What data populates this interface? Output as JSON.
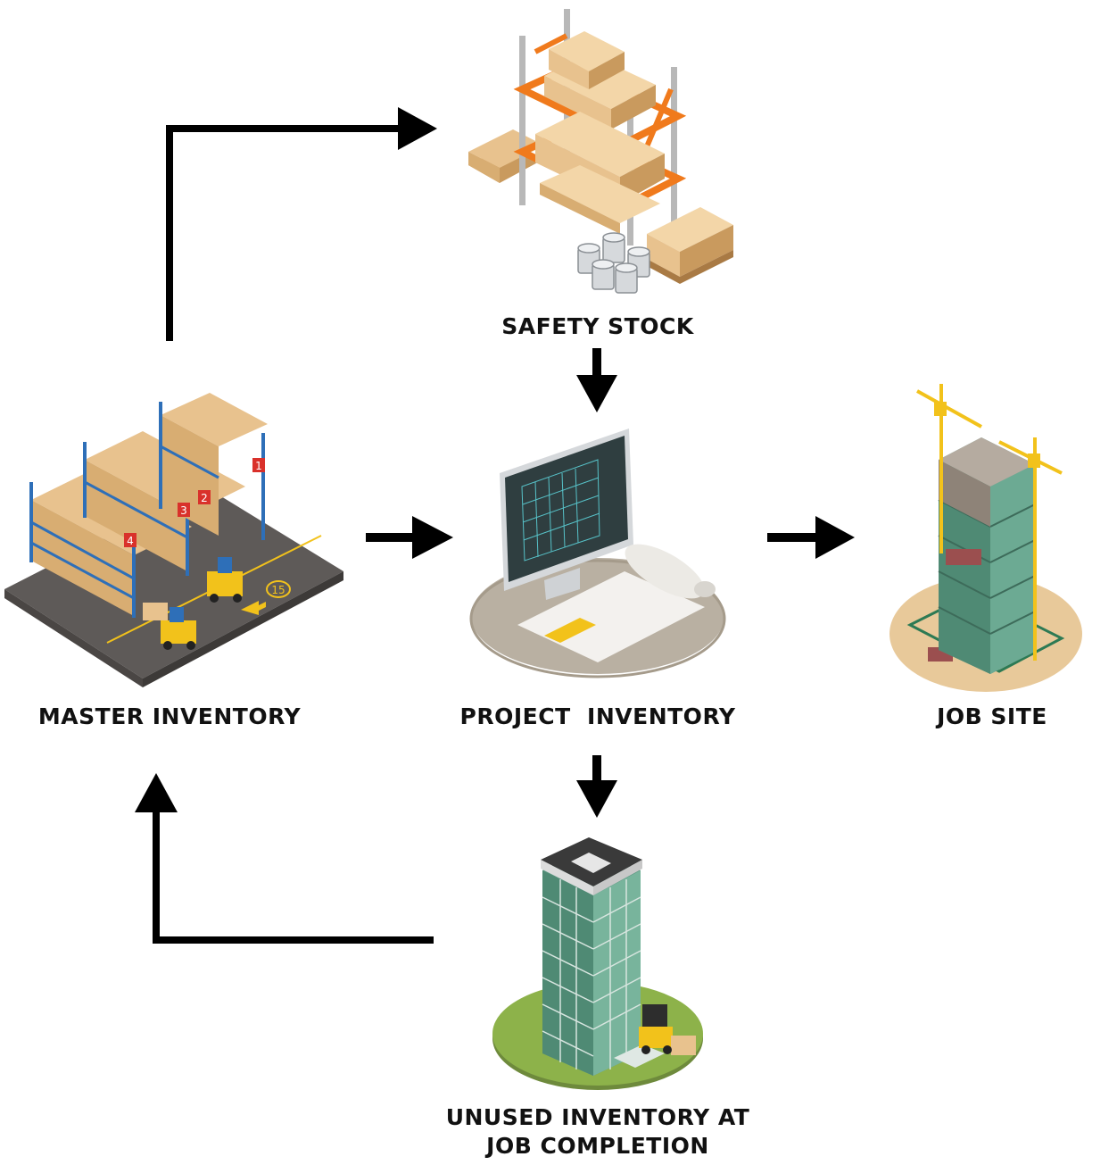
{
  "nodes": {
    "safety_stock": {
      "label": "SAFETY STOCK"
    },
    "master_inventory": {
      "label": "MASTER INVENTORY",
      "rack_numbers": [
        "1",
        "2",
        "3",
        "4"
      ],
      "floor_marker": "15"
    },
    "project_inventory": {
      "label": "PROJECT  INVENTORY"
    },
    "job_site": {
      "label": "JOB SITE"
    },
    "unused_inventory": {
      "label_line1": "UNUSED INVENTORY AT",
      "label_line2": "JOB COMPLETION"
    }
  },
  "edges": [
    {
      "from": "master_inventory",
      "to": "safety_stock"
    },
    {
      "from": "safety_stock",
      "to": "project_inventory"
    },
    {
      "from": "master_inventory",
      "to": "project_inventory"
    },
    {
      "from": "project_inventory",
      "to": "job_site"
    },
    {
      "from": "project_inventory",
      "to": "unused_inventory"
    },
    {
      "from": "unused_inventory",
      "to": "master_inventory"
    }
  ],
  "colors": {
    "arrow": "#000000",
    "box": "#e8c28e",
    "box_dark": "#c99a5e",
    "rack_blue": "#2e6fb8",
    "rack_orange": "#f07a1c",
    "floor": "#5e5a58",
    "forklift": "#f2c21b",
    "glass": "#5f9a84",
    "crane": "#f2c21b",
    "ground_sand": "#e8c99a",
    "lawn": "#8db24a",
    "desk": "#b9b0a2"
  }
}
